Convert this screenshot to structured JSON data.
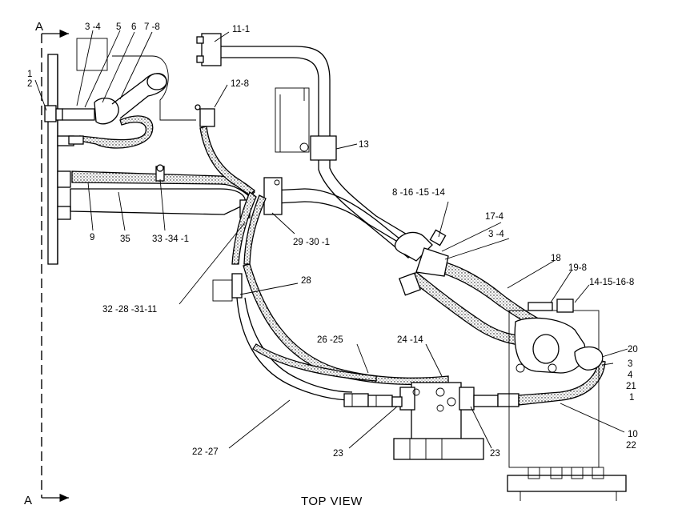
{
  "view_title": "TOP VIEW",
  "section_marks": {
    "top": "A",
    "bottom": "A"
  },
  "callouts": {
    "c_3_4_top": "3 -4",
    "c_5": "5",
    "c_6": "6",
    "c_7_8": "7 -8",
    "c_1": "1",
    "c_2": "2",
    "c_11_1": "11-1",
    "c_12_8": "12-8",
    "c_13": "13",
    "c_8_16_15_14": "8 -16 -15 -14",
    "c_17_4": "17-4",
    "c_3_4_mid": "3 -4",
    "c_9": "9",
    "c_35": "35",
    "c_33_34_1": "33 -34 -1",
    "c_29_30_1": "29 -30 -1",
    "c_18": "18",
    "c_19_8": "19-8",
    "c_14_15_16_8": "14-15-16-8",
    "c_28": "28",
    "c_32_28_31_11": "32 -28 -31-11",
    "c_26_25": "26 -25",
    "c_24_14": "24 -14",
    "c_20": "20",
    "c_3_right": "3",
    "c_4_right": "4",
    "c_21": "21",
    "c_1_right": "1",
    "c_10": "10",
    "c_22": "22",
    "c_22_27": "22 -27",
    "c_23_left": "23",
    "c_23_right": "23"
  }
}
